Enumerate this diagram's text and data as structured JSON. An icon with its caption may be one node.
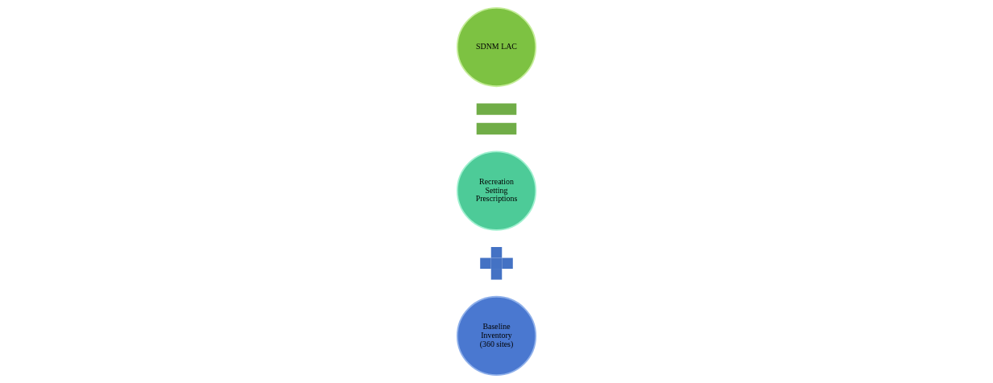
{
  "diagram": {
    "nodes": [
      {
        "text": [
          "Baseline Inventory (360 sites)"
        ]
      },
      {
        "text": [],
        "shape": "plus"
      },
      {
        "text": [
          "Recreation Setting Prescriptions"
        ]
      },
      {
        "text": [],
        "shape": "equals"
      },
      {
        "text": [
          "SDNM LAC"
        ]
      }
    ],
    "edges": []
  }
}
